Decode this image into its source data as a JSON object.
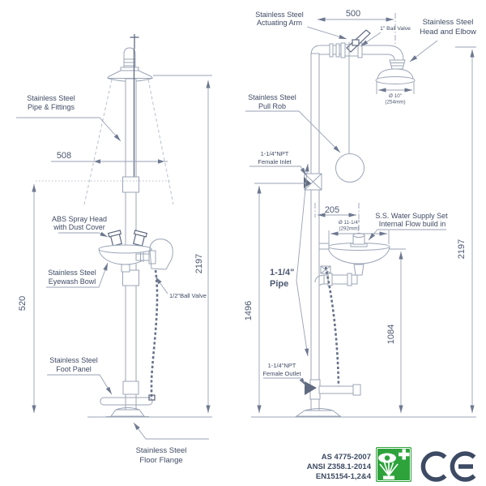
{
  "front_view": {
    "pipe_fittings": {
      "line1": "Stainless Steel",
      "line2": "Pipe & Fittings"
    },
    "abs_spray_head": {
      "line1": "ABS Spray Head",
      "line2": "with Dust Cover"
    },
    "eyewash_bowl": {
      "line1": "Stainless Steel",
      "line2": "Eyewash Bowl"
    },
    "ball_valve": "1/2\"Ball Valve",
    "foot_panel": {
      "line1": "Stainless Steel",
      "line2": "Foot Panel"
    },
    "floor_flange": {
      "line1": "Stainless Steel",
      "line2": "Floor Flange"
    },
    "dim_spray_width": "508",
    "dim_lower_height": "520",
    "dim_total_height": "2197"
  },
  "side_view": {
    "actuating_arm": {
      "line1": "Stainless Steel",
      "line2": "Actuating Arm"
    },
    "ball_valve": "1\" Ball Valve",
    "head_elbow": {
      "line1": "Stainless Steel",
      "line2": "Head and Elbow"
    },
    "pull_rob": {
      "line1": "Stainless Steel",
      "line2": "Pull Rob"
    },
    "female_inlet": {
      "line1": "1-1/4\"NPT",
      "line2": "Female Inlet"
    },
    "water_supply": {
      "line1": "S.S. Water Supply Set",
      "line2": "Internal Flow build in"
    },
    "pipe": {
      "line1": "1-1/4\"",
      "line2": "Pipe"
    },
    "female_outlet": {
      "line1": "1-1/4\"NPT",
      "line2": "Female Outlet"
    },
    "dim_top_width": "500",
    "dim_head_dia": "Ø 10\"",
    "dim_head_dia_mm": "(254mm)",
    "dim_bowl_offset": "205",
    "dim_bowl_dia": "Ø 11-1/4\"",
    "dim_bowl_dia_mm": "(292mm)",
    "dim_inlet_height": "1496",
    "dim_bowl_height": "1084",
    "dim_total_height": "2197"
  },
  "certifications": {
    "standards": [
      "AS 4775-2007",
      "ANSI Z358.1-2014",
      "EN15154-1,2&4"
    ],
    "ce_mark": "CE",
    "eyewash_sign": "emergency-eyewash-symbol",
    "eyewash_sign_color": "#2ea33c"
  }
}
